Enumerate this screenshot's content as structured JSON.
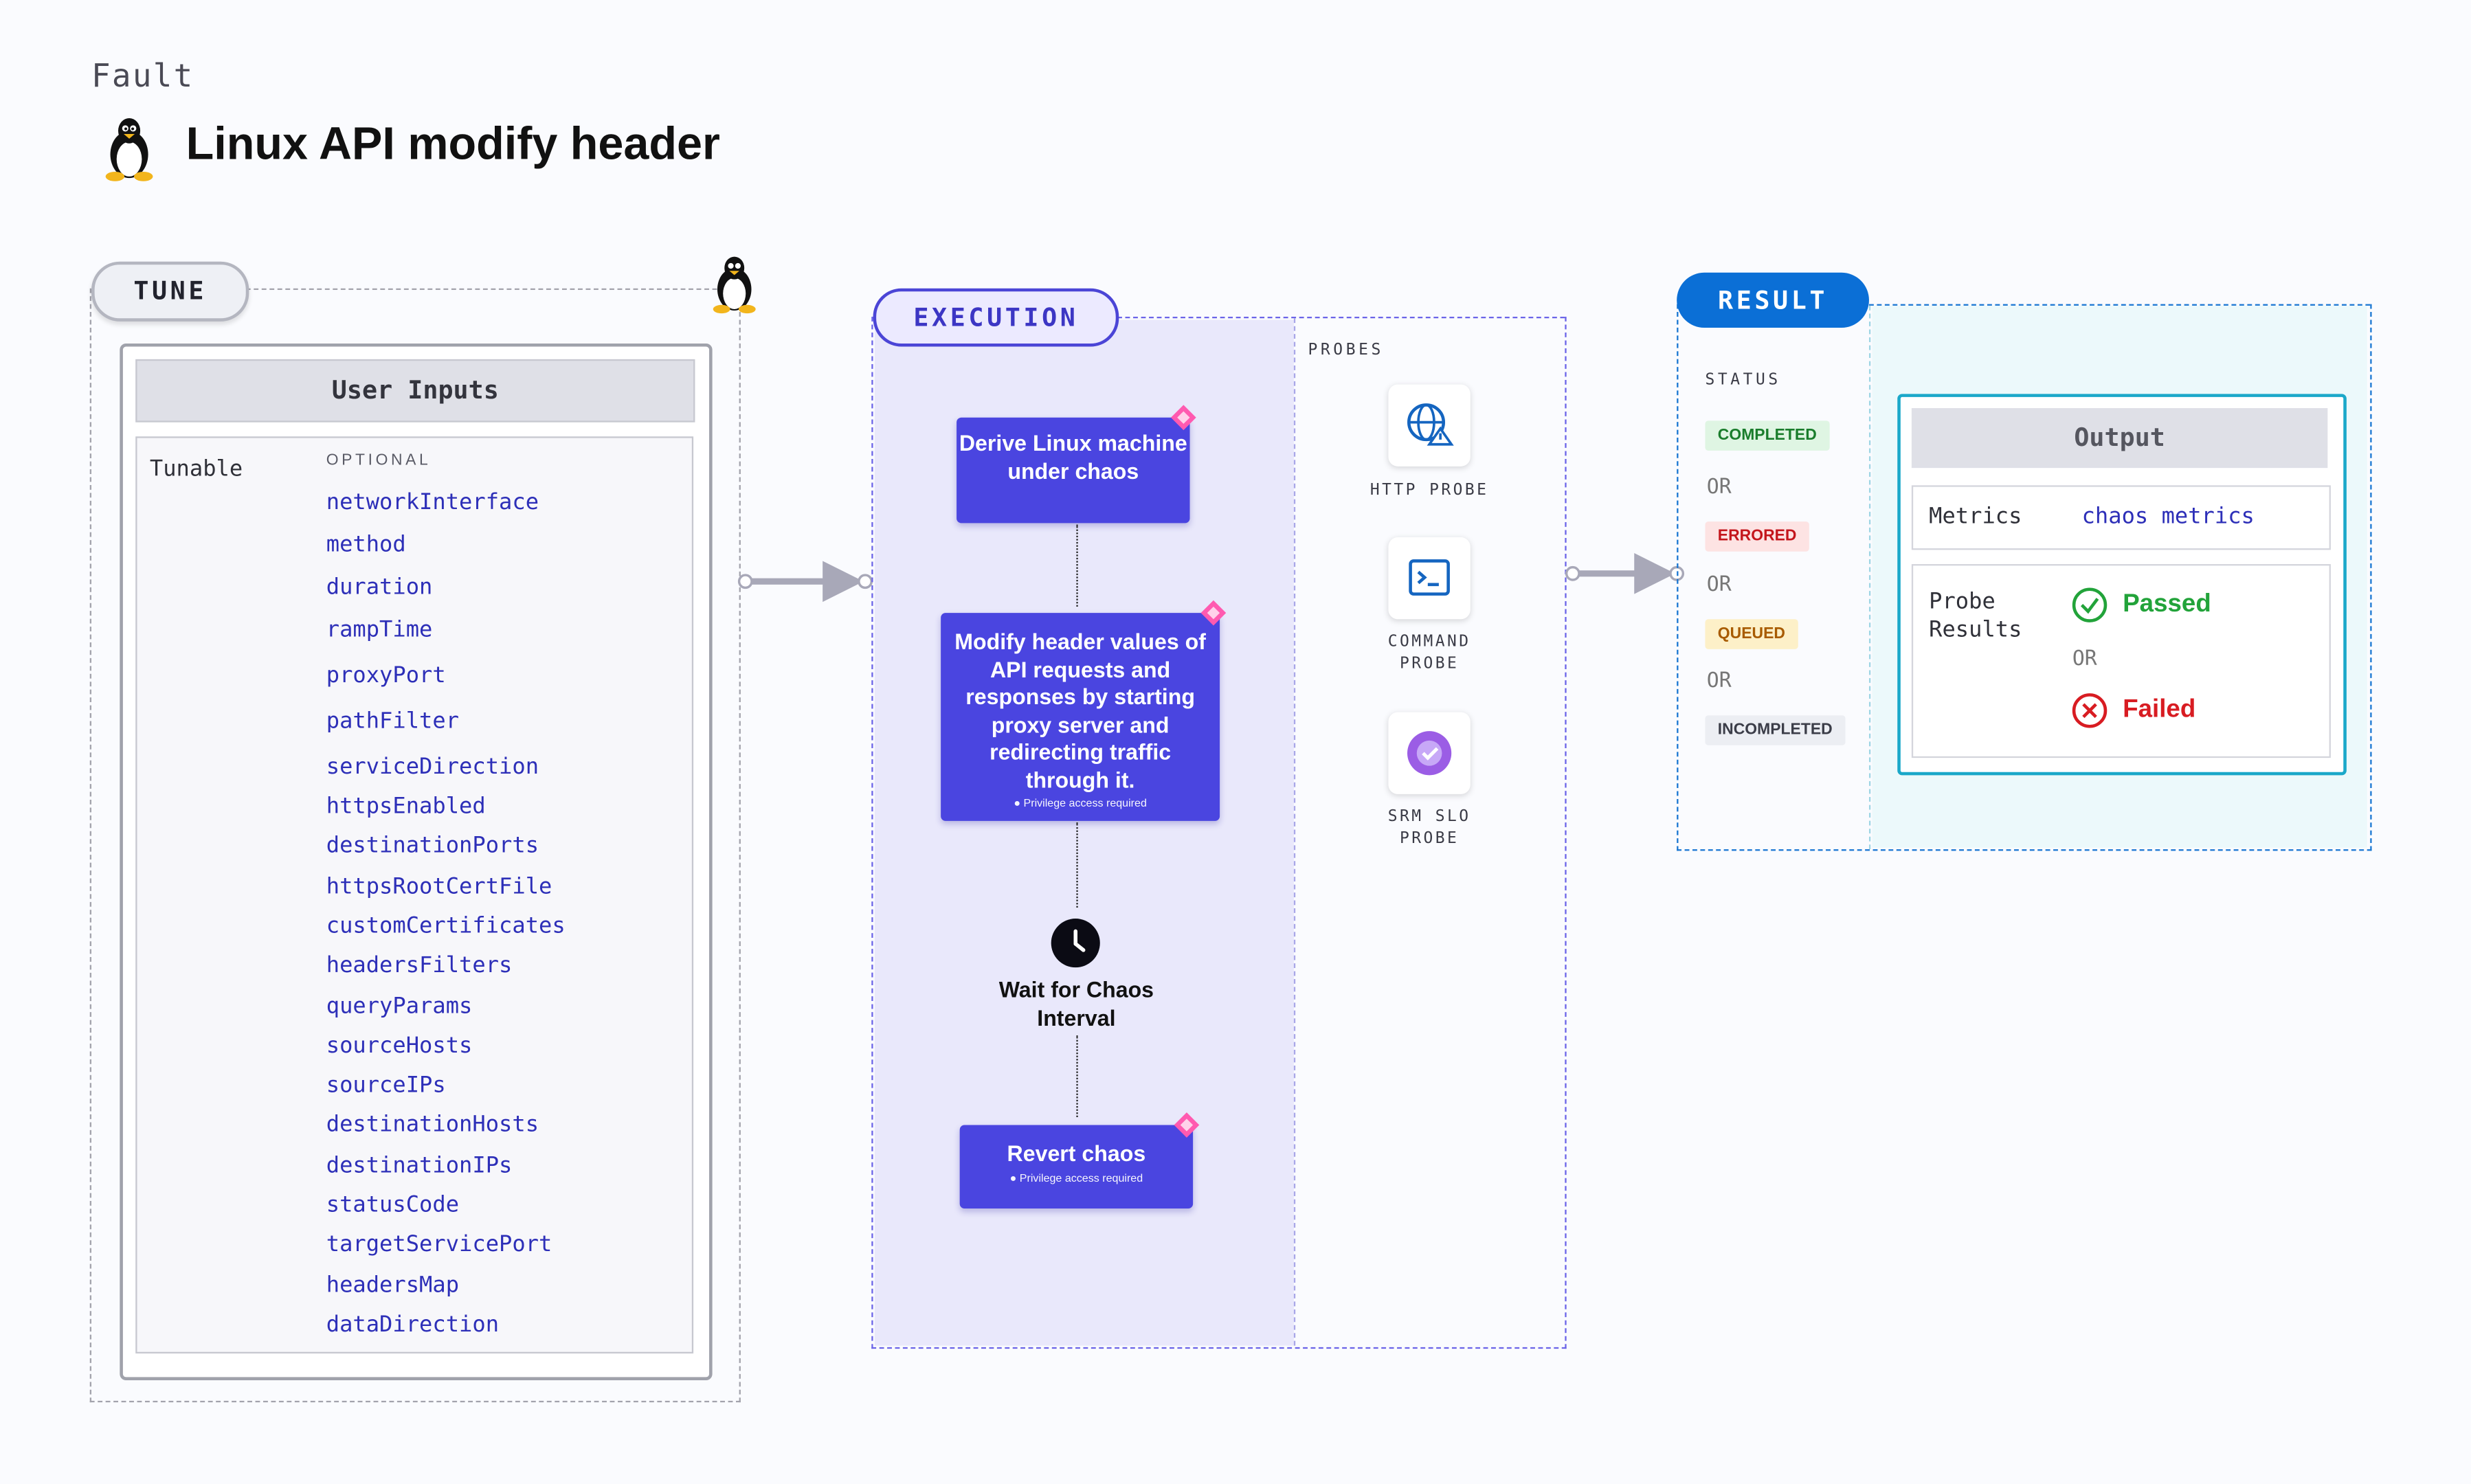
{
  "header": {
    "category": "Fault",
    "title": "Linux API modify header",
    "icon": "linux-tux-icon"
  },
  "tune": {
    "label": "TUNE",
    "user_inputs_title": "User Inputs",
    "tunable_label": "Tunable",
    "optional_label": "OPTIONAL",
    "params": [
      "networkInterface",
      "method",
      "duration",
      "rampTime",
      "proxyPort",
      "pathFilter",
      "serviceDirection",
      "httpsEnabled",
      "destinationPorts",
      "httpsRootCertFile",
      "customCertificates",
      "headersFilters",
      "queryParams",
      "sourceHosts",
      "sourceIPs",
      "destinationHosts",
      "destinationIPs",
      "statusCode",
      "targetServicePort",
      "headersMap",
      "dataDirection"
    ]
  },
  "execution": {
    "label": "EXECUTION",
    "probes_label": "PROBES",
    "steps": {
      "derive": "Derive Linux machine under chaos",
      "modify": "Modify header values of API requests and responses by starting proxy server and redirecting traffic through it.",
      "modify_note": "Privilege access required",
      "wait": "Wait for Chaos Interval",
      "revert": "Revert chaos",
      "revert_note": "Privilege access required"
    },
    "probes": {
      "http": "HTTP PROBE",
      "command": "COMMAND PROBE",
      "srm": "SRM SLO PROBE"
    }
  },
  "result": {
    "label": "RESULT",
    "status_label": "STATUS",
    "statuses": {
      "completed": "COMPLETED",
      "errored": "ERRORED",
      "queued": "QUEUED",
      "incompleted": "INCOMPLETED"
    },
    "or": "OR",
    "output_title": "Output",
    "metrics_label": "Metrics",
    "metrics_value": "chaos metrics",
    "probe_results_label": "Probe Results",
    "passed": "Passed",
    "failed": "Failed",
    "colors": {
      "completed_bg": "#dff5e3",
      "completed_fg": "#1a7d2c",
      "errored_bg": "#fde3e3",
      "errored_fg": "#c4161c",
      "queued_bg": "#fdf0c8",
      "queued_fg": "#a85b00",
      "incompleted_bg": "#eceef3",
      "incompleted_fg": "#3b3d48"
    }
  }
}
